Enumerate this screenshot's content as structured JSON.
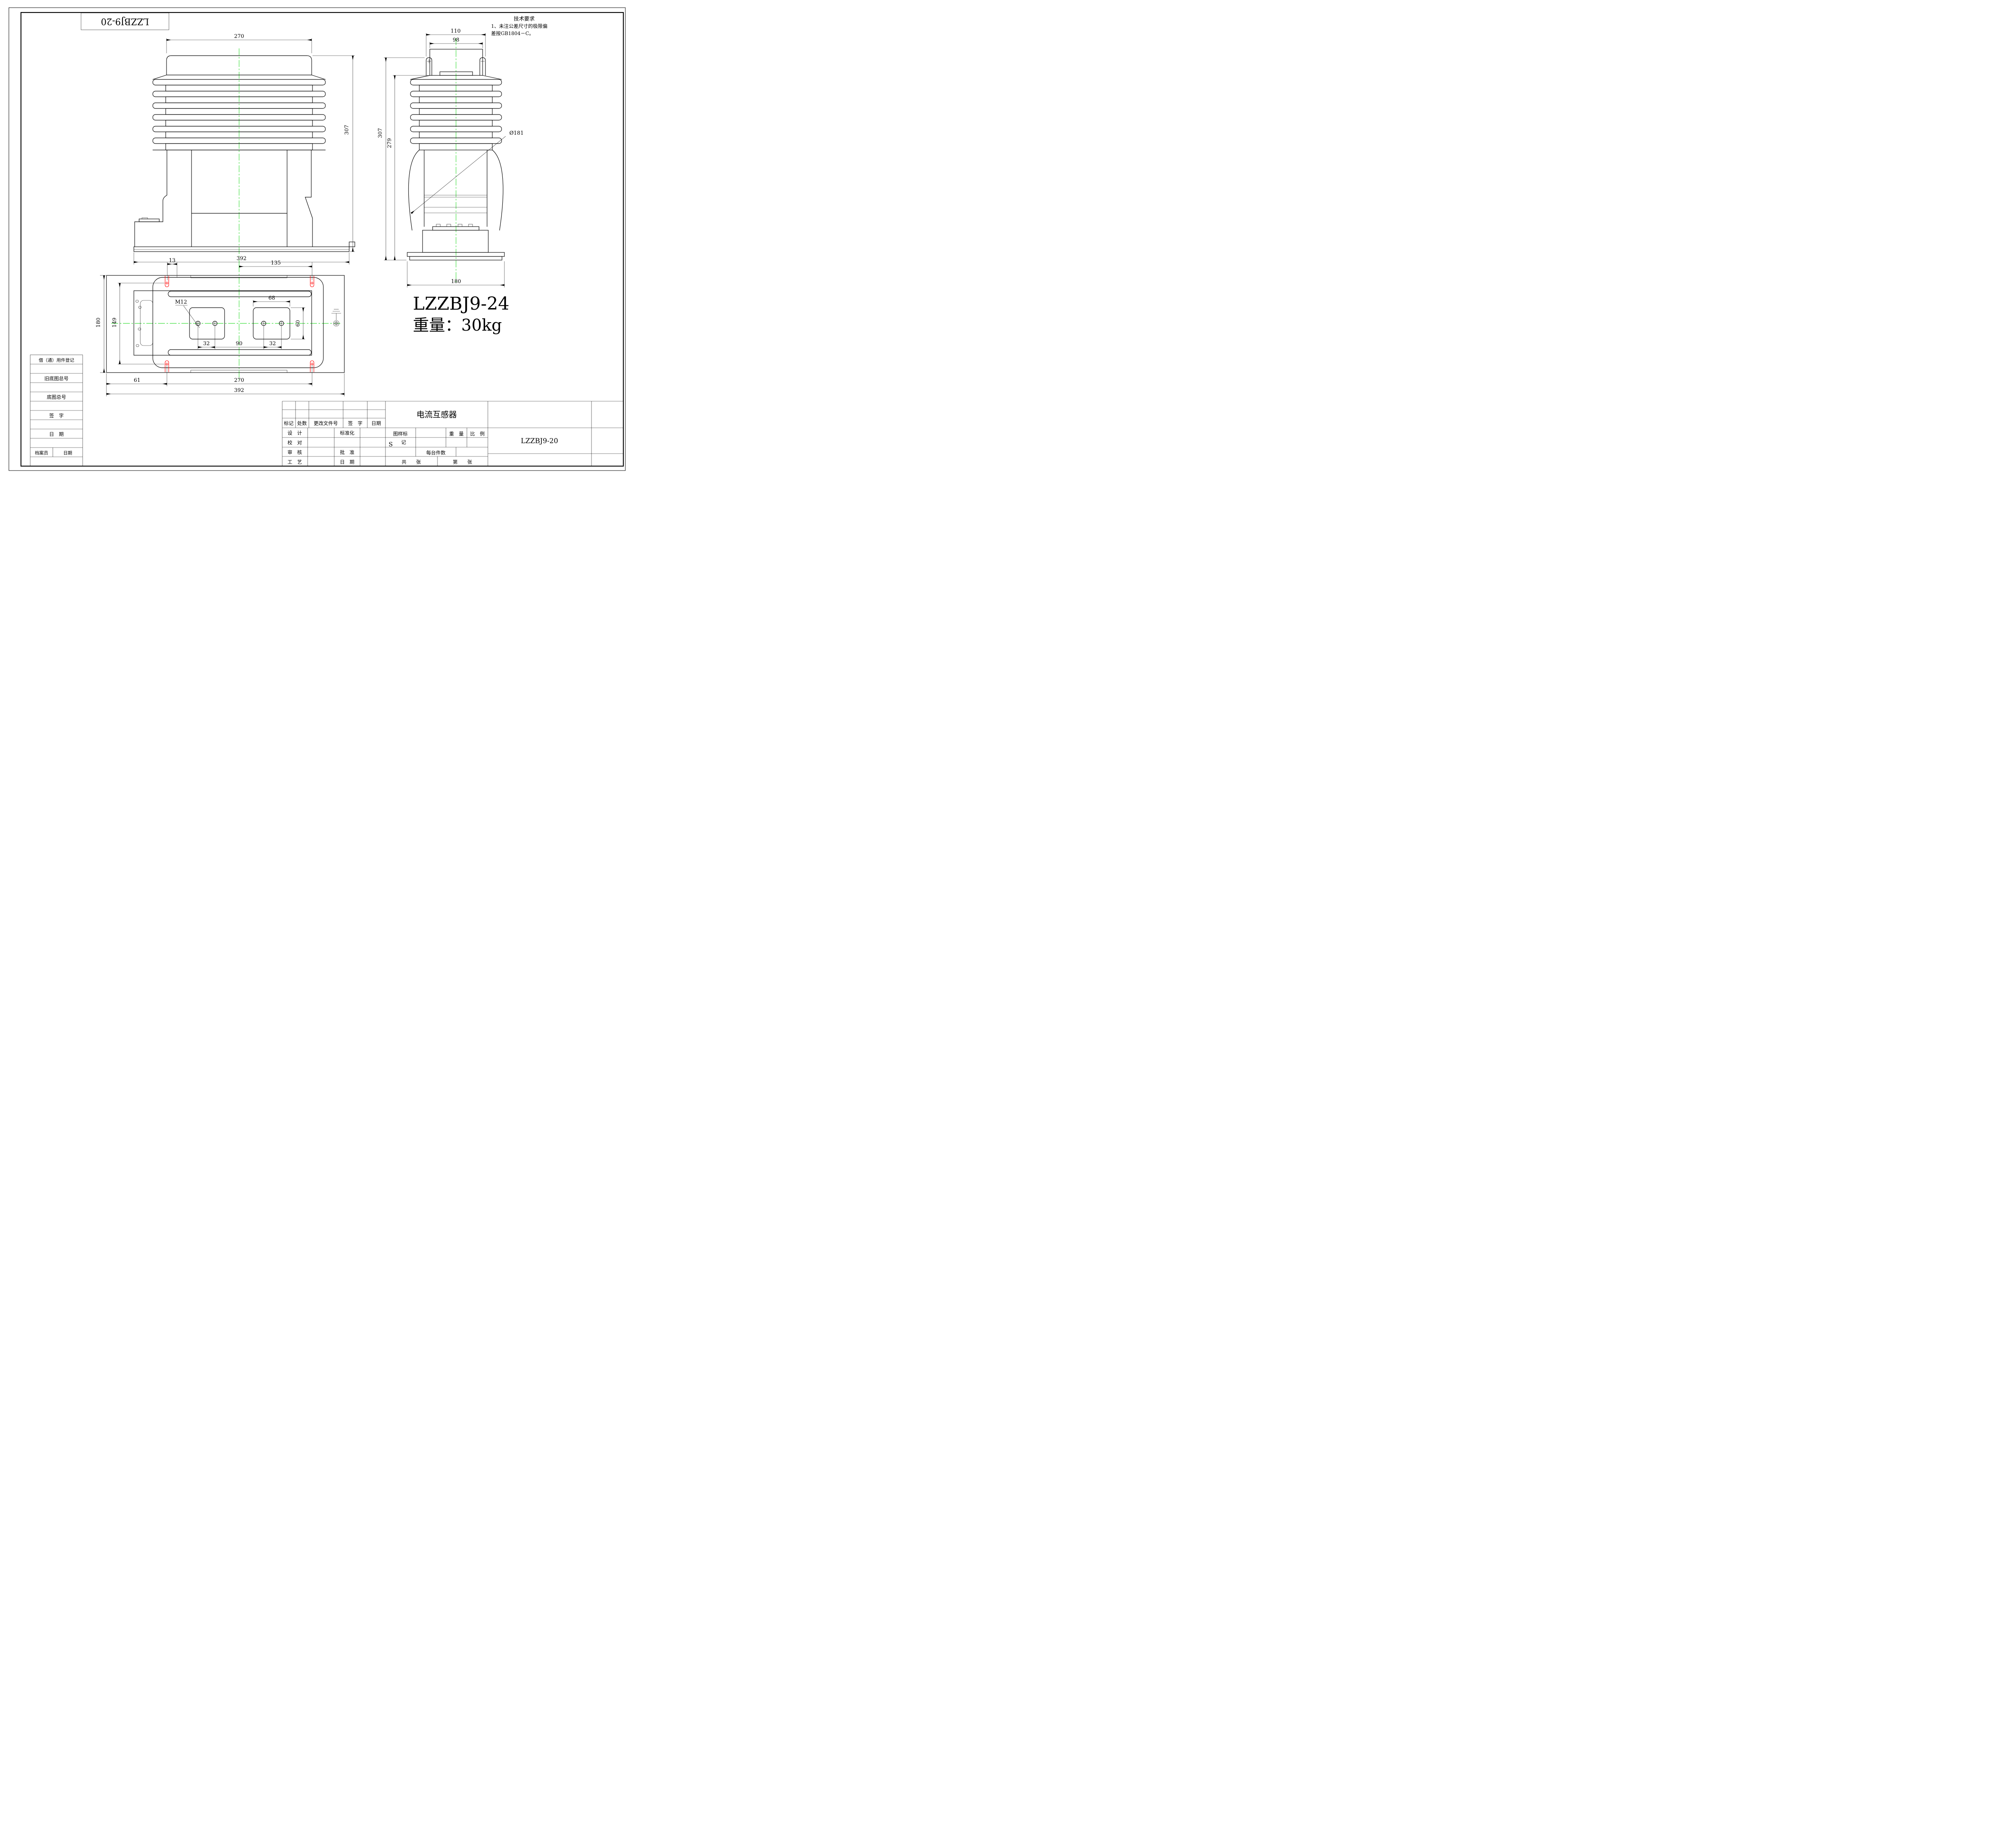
{
  "colors": {
    "line": "#000000",
    "centerline": "#00d400",
    "slot_highlight": "#ff0000",
    "background": "#ffffff"
  },
  "sheet": {
    "stamp": "LZZBJ9-20"
  },
  "tech": {
    "title": "技术要求",
    "l1": "1、未注公差尺寸的极限偏",
    "l2": "差按GB1804－C。"
  },
  "product": {
    "model": "LZZBJ9-24",
    "weight": "重量：30kg"
  },
  "front": {
    "w_top": "270",
    "w_base": "392",
    "h": "307"
  },
  "side": {
    "w_lug": "110",
    "w_box": "98",
    "h": "307",
    "h_body": "279",
    "dia": "Ø181",
    "w_base": "180"
  },
  "plan": {
    "d13": "13",
    "d135": "135",
    "d68": "68",
    "d60": "60",
    "d32l": "32",
    "d90": "90",
    "d32r": "32",
    "d149": "149",
    "d180": "180",
    "d61": "61",
    "d270": "270",
    "d392": "392",
    "thread": "M12"
  },
  "reg": {
    "r1": "借（通）用件登记",
    "r2": "旧底图总号",
    "r3": "底图总号",
    "r4": "签　字",
    "r5": "日　期",
    "r6a": "档案员",
    "r6b": "日期"
  },
  "tb": {
    "name": "电流互感器",
    "no": "LZZBJ9-20",
    "h1": "标记",
    "h2": "处数",
    "h3": "更改文件号",
    "h4": "签　字",
    "h5": "日期",
    "design": "设　计",
    "std": "标准化",
    "check": "校　对",
    "review": "审　核",
    "approve": "批　准",
    "craft": "工　艺",
    "date": "日　期",
    "mark1": "图样标",
    "mark2": "记",
    "markS": "S",
    "weight": "重　量",
    "scale": "比　例",
    "qty": "每台件数",
    "total": "共　　张",
    "page": "第　　张"
  }
}
